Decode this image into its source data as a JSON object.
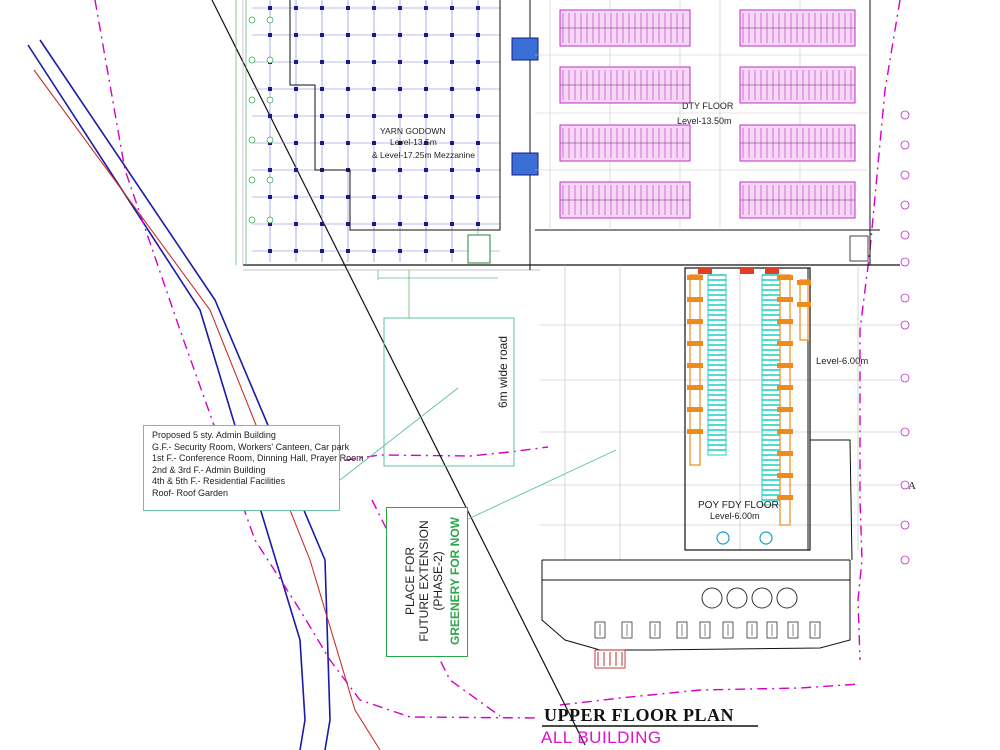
{
  "rooms": {
    "yarn_godown": {
      "name": "YARN GODOWN",
      "level1": "Level-13.5m",
      "level2": "& Level-17.25m Mezzanine"
    },
    "dty_floor": {
      "name": "DTY FLOOR",
      "level": "Level-13.50m"
    },
    "poy_fdy_floor": {
      "name": "POY FDY FLOOR",
      "level": "Level-6.00m"
    },
    "right_mid": {
      "level": "Level-6.00m"
    }
  },
  "road_label": "6m wide road",
  "admin_note": {
    "lines": [
      "Proposed 5 sty. Admin Building",
      "G.F.-    Security Room, Workers' Canteen, Car park",
      "1st F.- Conference Room, Dinning Hall, Prayer Room",
      "2nd & 3rd F.- Admin Building",
      "4th & 5th F.- Residential Facilities",
      "Roof- Roof Garden"
    ]
  },
  "extension": {
    "line1": "PLACE FOR",
    "line2": "FUTURE EXTENSION",
    "line3": "(PHASE-2)",
    "line4": "GREENERY FOR NOW"
  },
  "section_marker": "A",
  "title": {
    "main": "UPPER  FLOOR PLAN",
    "sub": "ALL BUILDING"
  },
  "colors": {
    "boundary": "#d400c8",
    "road_blue": "#1a1aa8",
    "road_red": "#c8322a",
    "machines_magenta": "#c02cc8",
    "machines_cyan": "#18d0c0",
    "orange": "#f08a1a",
    "green": "#2aa84a",
    "teal_leader": "#5cbfa8"
  }
}
